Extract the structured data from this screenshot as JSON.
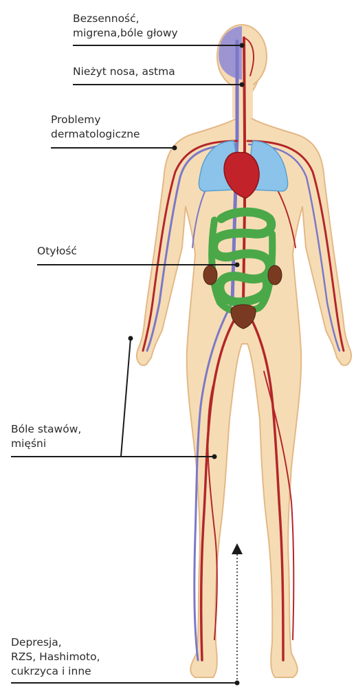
{
  "labels": {
    "insomnia": "Bezsenność,\nmigrena,bóle głowy",
    "rhinitis": "Nieżyt nosa, astma",
    "skin": "Problemy\ndermatologiczne",
    "obesity": "Otyłość",
    "joints": "Bóle stawów,\nmięśni",
    "systemic": "Depresja,\nRZS, Hashimoto,\ncukrzyca i inne"
  },
  "colors": {
    "skin": "#f6dcb4",
    "skin_outline": "#e3b887",
    "artery": "#b3262a",
    "vein": "#7b78c8",
    "lungs": "#8cc3ea",
    "heart": "#c2232a",
    "intestine": "#4aa848",
    "kidney": "#7a3a22",
    "brain_zone": "#8d88d6",
    "leader_line": "#1a1a1a"
  }
}
